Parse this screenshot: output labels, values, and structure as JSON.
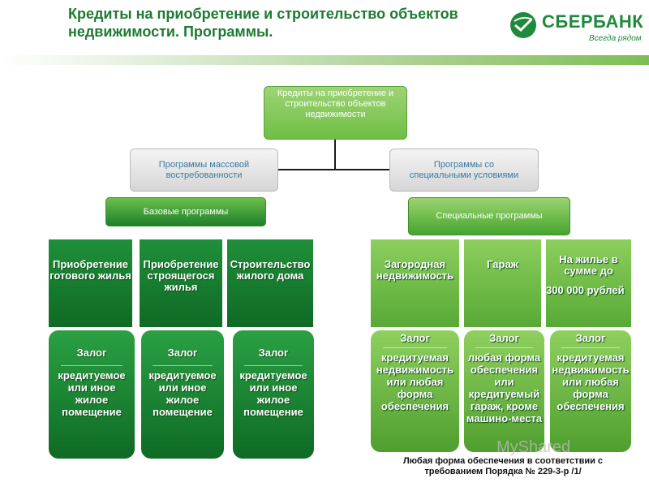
{
  "header": {
    "title": "Кредиты на приобретение и строительство объектов недвижимости. Программы."
  },
  "logo": {
    "name": "СБЕРБАНК",
    "tagline": "Всегда рядом",
    "color": "#1f8a3c"
  },
  "diagram": {
    "root": "Кредиты на приобретение и строительство объектов недвижимости",
    "branch_mass": "Программы массовой востребованности",
    "branch_special": "Программы со специальными условиями",
    "cat_basic": "Базовые программы",
    "cat_special": "Специальные программы",
    "programs": [
      "Приобретение готового жилья",
      "Приобретение строящегося жилья",
      "Строительство жилого дома",
      "Загородная недвижимость",
      "Гараж",
      "На жилье в сумме до",
      "300 000 рублей"
    ],
    "pledges": [
      {
        "head": "Залог",
        "body": "кредитуемое или иное жилое помещение"
      },
      {
        "head": "Залог",
        "body": "кредитуемое или иное жилое помещение"
      },
      {
        "head": "Залог",
        "body": "кредитуемое или иное жилое помещение"
      },
      {
        "head": "Залог",
        "body": "кредитуемая недвижимость или любая форма обеспечения"
      },
      {
        "head": "Залог",
        "body": "любая форма обеспечения или кредитуемый гараж, кроме машино-места"
      },
      {
        "head": "Залог",
        "body": "кредитуемая недвижимость или любая форма обеспечения"
      }
    ]
  },
  "footnote": "Любая форма обеспечения в соответствии с требованием Порядка № 229-3-р /1/",
  "watermark": "MyShared",
  "colors": {
    "title_green": "#1f7a33",
    "dark_green": "#0f6a25",
    "light_green": "#8ccf5d",
    "branch_text": "#3a7aa0"
  }
}
